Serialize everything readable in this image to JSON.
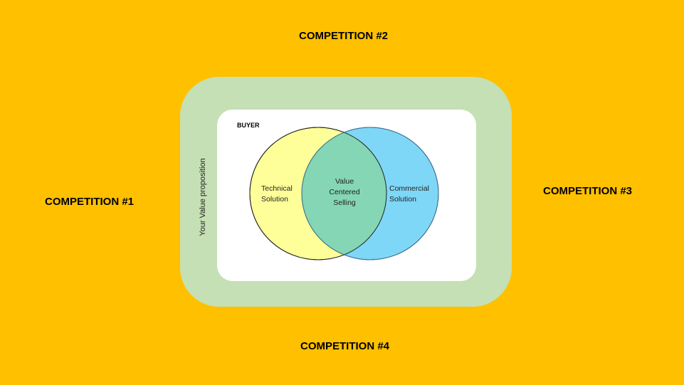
{
  "competitors": {
    "top": "COMPETITION #2",
    "left": "COMPETITION #1",
    "right": "COMPETITION #3",
    "bottom": "COMPETITION #4"
  },
  "outer_label": "Your Value proposition",
  "inner_label": "BUYER",
  "venn": {
    "left_circle": {
      "lines": [
        "Technical",
        "Solution"
      ],
      "color": "#FFFF99"
    },
    "right_circle": {
      "lines": [
        "Commercial",
        "Solution"
      ],
      "color": "#7FD7F7"
    },
    "overlap": {
      "lines": [
        "Value",
        "Centered",
        "Selling"
      ],
      "color": "#84D6B4"
    }
  },
  "colors": {
    "background": "#FFC000",
    "outer_box": "#C5E0B4",
    "inner_box": "#FFFFFF"
  }
}
